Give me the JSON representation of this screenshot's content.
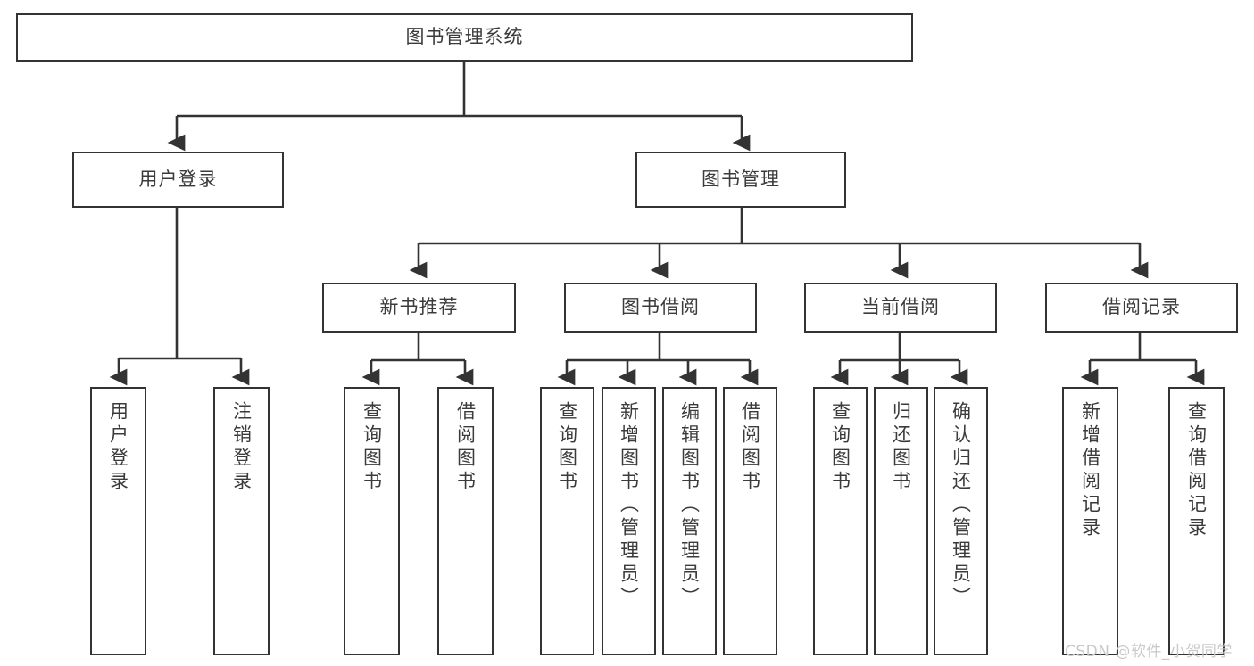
{
  "diagram": {
    "title": "图书管理系统",
    "type": "hierarchy-tree",
    "watermark": "CSDN @软件_小贺同学",
    "colors": {
      "background": "#ffffff",
      "box_border": "#333333",
      "box_fill": "#ffffff",
      "text": "#3b3b3b",
      "connector": "#333333",
      "watermark": "#c9c9c9"
    },
    "levels": [
      {
        "level": 1,
        "nodes": [
          {
            "id": "root",
            "label": "图书管理系统"
          }
        ]
      },
      {
        "level": 2,
        "nodes": [
          {
            "id": "login",
            "label": "用户登录",
            "parent": "root"
          },
          {
            "id": "bookmgmt",
            "label": "图书管理",
            "parent": "root"
          }
        ]
      },
      {
        "level": 3,
        "nodes": [
          {
            "id": "newbook",
            "label": "新书推荐",
            "parent": "bookmgmt"
          },
          {
            "id": "borrow",
            "label": "图书借阅",
            "parent": "bookmgmt"
          },
          {
            "id": "current",
            "label": "当前借阅",
            "parent": "bookmgmt"
          },
          {
            "id": "records",
            "label": "借阅记录",
            "parent": "bookmgmt"
          }
        ]
      },
      {
        "level": 4,
        "nodes": [
          {
            "id": "leaf1",
            "label": "用户登录",
            "parent": "login"
          },
          {
            "id": "leaf2",
            "label": "注销登录",
            "parent": "login"
          },
          {
            "id": "leaf3",
            "label": "查询图书",
            "parent": "newbook"
          },
          {
            "id": "leaf4",
            "label": "借阅图书",
            "parent": "newbook"
          },
          {
            "id": "leaf5",
            "label": "查询图书",
            "parent": "borrow"
          },
          {
            "id": "leaf6",
            "label": "新增图书（管理员）",
            "parent": "borrow"
          },
          {
            "id": "leaf7",
            "label": "编辑图书（管理员）",
            "parent": "borrow"
          },
          {
            "id": "leaf8",
            "label": "借阅图书",
            "parent": "borrow"
          },
          {
            "id": "leaf9",
            "label": "查询图书",
            "parent": "current"
          },
          {
            "id": "leaf10",
            "label": "归还图书",
            "parent": "current"
          },
          {
            "id": "leaf11",
            "label": "确认归还（管理员）",
            "parent": "current"
          },
          {
            "id": "leaf12",
            "label": "新增借阅记录",
            "parent": "records"
          },
          {
            "id": "leaf13",
            "label": "查询借阅记录",
            "parent": "records"
          }
        ]
      }
    ]
  }
}
